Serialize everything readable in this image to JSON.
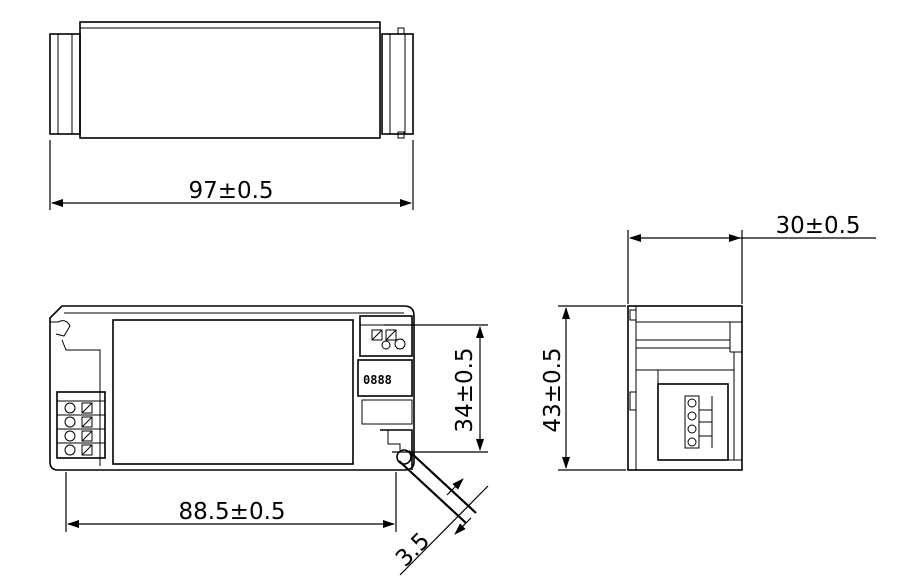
{
  "dimensions": {
    "length_top": "97±0.5",
    "depth": "30±0.5",
    "body_height": "34±0.5",
    "overall_height": "43±0.5",
    "terminal_offset": "88.5±0.5",
    "cable_diameter": "3.5"
  },
  "switch_label": "0888"
}
